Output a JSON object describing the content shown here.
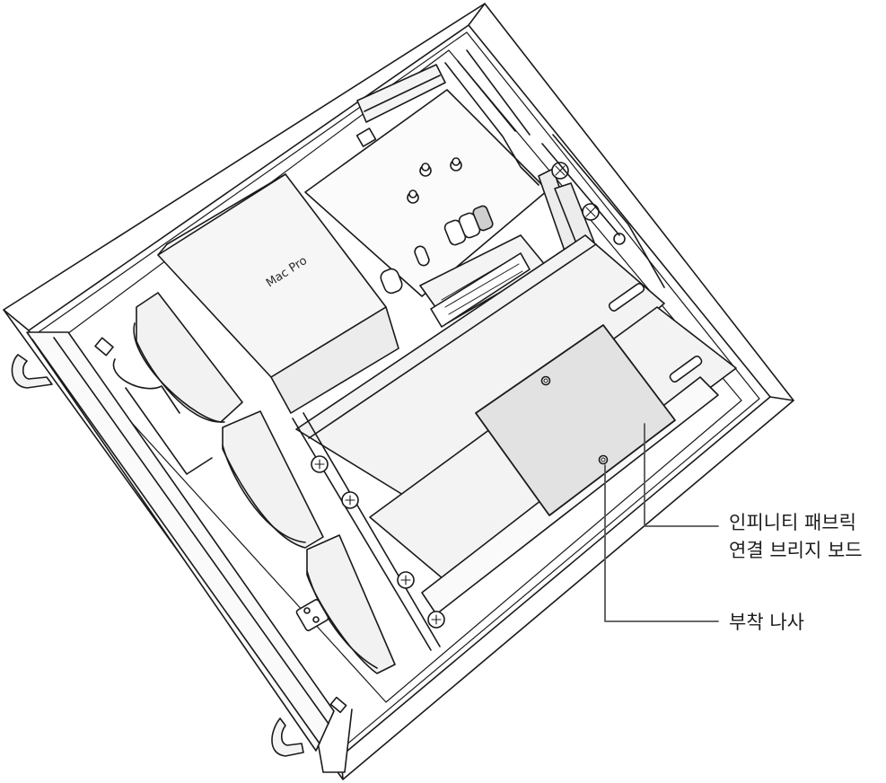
{
  "diagram": {
    "brand_text": "Mac Pro",
    "callouts": [
      {
        "id": "bridge-board",
        "lines": [
          "인피니티 패브릭",
          "연결 브리지 보드"
        ]
      },
      {
        "id": "mounting-screw",
        "lines": [
          "부착 나사"
        ]
      }
    ],
    "colors": {
      "line": "#1a1a1a",
      "module": "#f2f2f2",
      "bridge_board": "#e2e2e2",
      "leader": "#555555"
    }
  }
}
